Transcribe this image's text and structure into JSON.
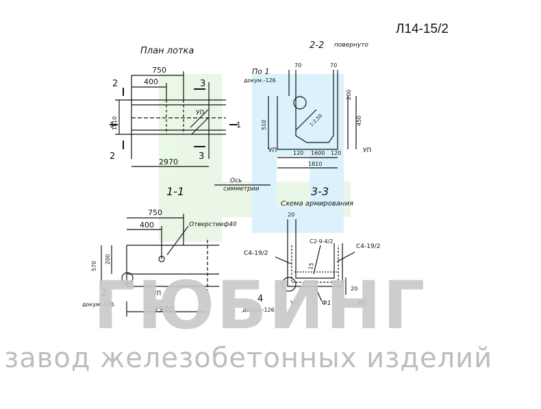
{
  "document_code": "Л14-15/2",
  "watermark": {
    "name": "ГЮБИНГ",
    "tagline": "завод железобетонных изделий"
  },
  "plan": {
    "title": "План лотка",
    "dim_750": "750",
    "dim_400": "400",
    "dim_1810": "1810",
    "dim_2970": "2970",
    "cut_2": "2",
    "cut_3": "3",
    "cut_1": "1",
    "up": "УП"
  },
  "section_2_2": {
    "title": "2-2",
    "subtitle": "повернуто",
    "ref_item": "По 1",
    "ref_doc": "докум.-126",
    "dim_70a": "70",
    "dim_70b": "70",
    "dim_200": "200",
    "dim_510": "510",
    "dim_450": "450",
    "dim_120": "120",
    "dim_1600": "1600",
    "dim_1810": "1810",
    "slope": "1:2,50",
    "up": "УП"
  },
  "axis_label": {
    "line1": "Ось",
    "line2": "симметрии"
  },
  "section_1_1": {
    "title": "1-1",
    "dim_750": "750",
    "dim_400": "400",
    "dim_200": "200",
    "dim_570": "570",
    "dim_2970": "2970",
    "hole": "Отверстиеф40",
    "ref_item": "2",
    "ref_doc": "докум.-126",
    "up": "УП"
  },
  "section_3_3": {
    "title": "3-3",
    "subtitle": "Схема армирования",
    "dim_20a": "20",
    "dim_20b": "20",
    "mesh_left": "С4-19/2",
    "mesh_right": "С4-19/2",
    "mesh_mid": "С2-9-4/2",
    "label_15": "15",
    "phi1": "Ф1",
    "ref_item": "4",
    "ref_doc": "докум.-126",
    "up_a": "УП",
    "up_b": "УП"
  }
}
